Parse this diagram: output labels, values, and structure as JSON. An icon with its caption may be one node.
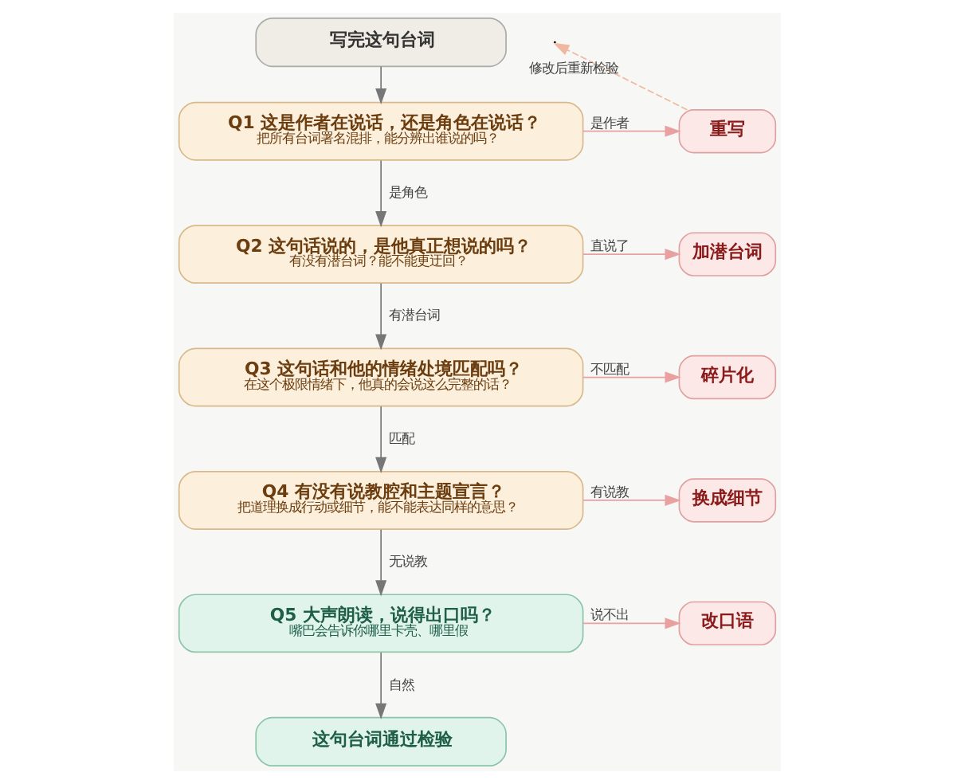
{
  "diagram": {
    "nodes": [
      {
        "text": [
          "写完这句台词"
        ]
      },
      {
        "text": [
          "Q1 这是作者在说话，还是角色在说话？",
          "把所有台词署名混排，能分辨出谁说的吗？"
        ]
      },
      {
        "text": [
          "重写"
        ]
      },
      {
        "text": [
          "Q2 这句话说的，是他真正想说的吗？",
          "有没有潜台词？能不能更迂回？"
        ]
      },
      {
        "text": [
          "加潜台词"
        ]
      },
      {
        "text": [
          "Q3 这句话和他的情绪处境匹配吗？",
          "在这个极限情绪下，他真的会说这么完整的话？"
        ]
      },
      {
        "text": [
          "碎片化"
        ]
      },
      {
        "text": [
          "Q4 有没有说教腔和主题宣言？",
          "把道理换成行动或细节，能不能表达同样的意思？"
        ]
      },
      {
        "text": [
          "换成细节"
        ]
      },
      {
        "text": [
          "Q5 大声朗读，说得出口吗？",
          "嘴巴会告诉你哪里卡壳、哪里假"
        ]
      },
      {
        "text": [
          "改口语"
        ]
      },
      {
        "text": [
          "这句台词通过检验"
        ]
      }
    ],
    "edges": [
      {
        "from": 0,
        "to": 1,
        "arrow": "to"
      },
      {
        "from": 1,
        "to": 2,
        "arrow": "to",
        "label": "是作者",
        "color": "#e8a0a0"
      },
      {
        "from": 1,
        "to": 3,
        "arrow": "to",
        "label": "是角色"
      },
      {
        "from": 3,
        "to": 4,
        "arrow": "to",
        "label": "直说了",
        "color": "#e8a0a0"
      },
      {
        "from": 3,
        "to": 5,
        "arrow": "to",
        "label": "有潜台词"
      },
      {
        "from": 5,
        "to": 6,
        "arrow": "to",
        "label": "不匹配",
        "color": "#e8a0a0"
      },
      {
        "from": 5,
        "to": 7,
        "arrow": "to",
        "label": "匹配"
      },
      {
        "from": 7,
        "to": 8,
        "arrow": "to",
        "label": "有说教",
        "color": "#e8a0a0"
      },
      {
        "from": 7,
        "to": 9,
        "arrow": "to",
        "label": "无说教"
      },
      {
        "from": 9,
        "to": 10,
        "arrow": "to",
        "label": "说不出",
        "color": "#e8a0a0"
      },
      {
        "from": 9,
        "to": 11,
        "arrow": "to",
        "label": "自然"
      },
      {
        "from": 2,
        "to": null,
        "arrow": "to",
        "label": "修改后重新检验",
        "style": "dashed",
        "color": "#f0b8a0"
      }
    ]
  }
}
